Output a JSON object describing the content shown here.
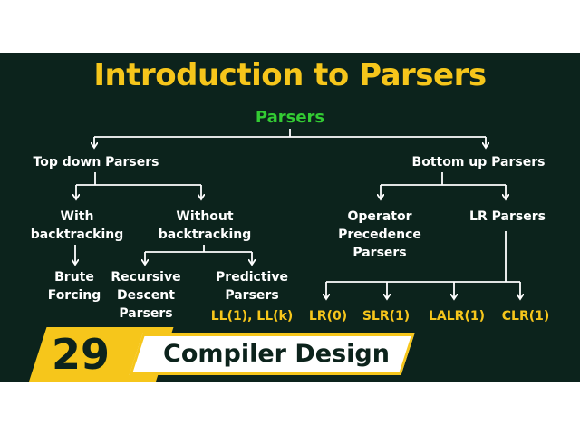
{
  "diagram": {
    "title": "Introduction to Parsers",
    "root": "Parsers",
    "top_down": "Top down Parsers",
    "bottom_up": "Bottom up Parsers",
    "with_bt": "With\nbacktracking",
    "without_bt": "Without\nbacktracking",
    "brute": "Brute\nForcing",
    "recursive": "Recursive\nDescent\nParsers",
    "predictive": "Predictive\nParsers",
    "predictive_types": "LL(1), LL(k)",
    "operator": "Operator\nPrecedence\nParsers",
    "lr": "LR Parsers",
    "lr_types": [
      "LR(0)",
      "SLR(1)",
      "LALR(1)",
      "CLR(1)"
    ]
  },
  "footer": {
    "episode": "29",
    "series": "Compiler Design"
  },
  "colors": {
    "background": "#0c231c",
    "accent": "#f6c61b",
    "root": "#33cc33",
    "text": "#ffffff"
  }
}
